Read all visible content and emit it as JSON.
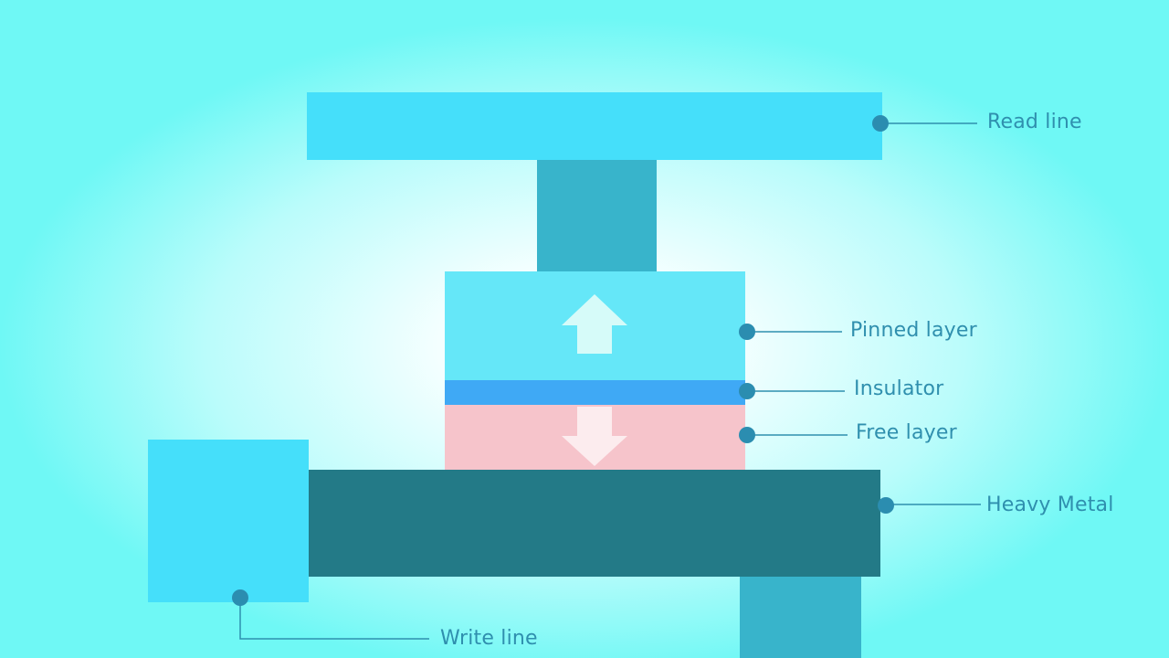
{
  "labels": {
    "read_line": "Read line",
    "pinned_layer": "Pinned layer",
    "insulator": "Insulator",
    "free_layer": "Free layer",
    "heavy_metal": "Heavy Metal",
    "write_line": "Write line"
  },
  "colors": {
    "read_line": "#45dffa",
    "connector": "#38b4cb",
    "pinned_layer": "#65e7f8",
    "insulator": "#3fa9f5",
    "free_layer": "#f6c4cb",
    "heavy_metal": "#237a87",
    "write_line": "#45dffa",
    "leader": "#2f8fae",
    "dot": "#2b8db0"
  },
  "icons": {
    "pinned_layer_arrow": "arrow-up-icon",
    "free_layer_arrow": "arrow-down-icon"
  }
}
